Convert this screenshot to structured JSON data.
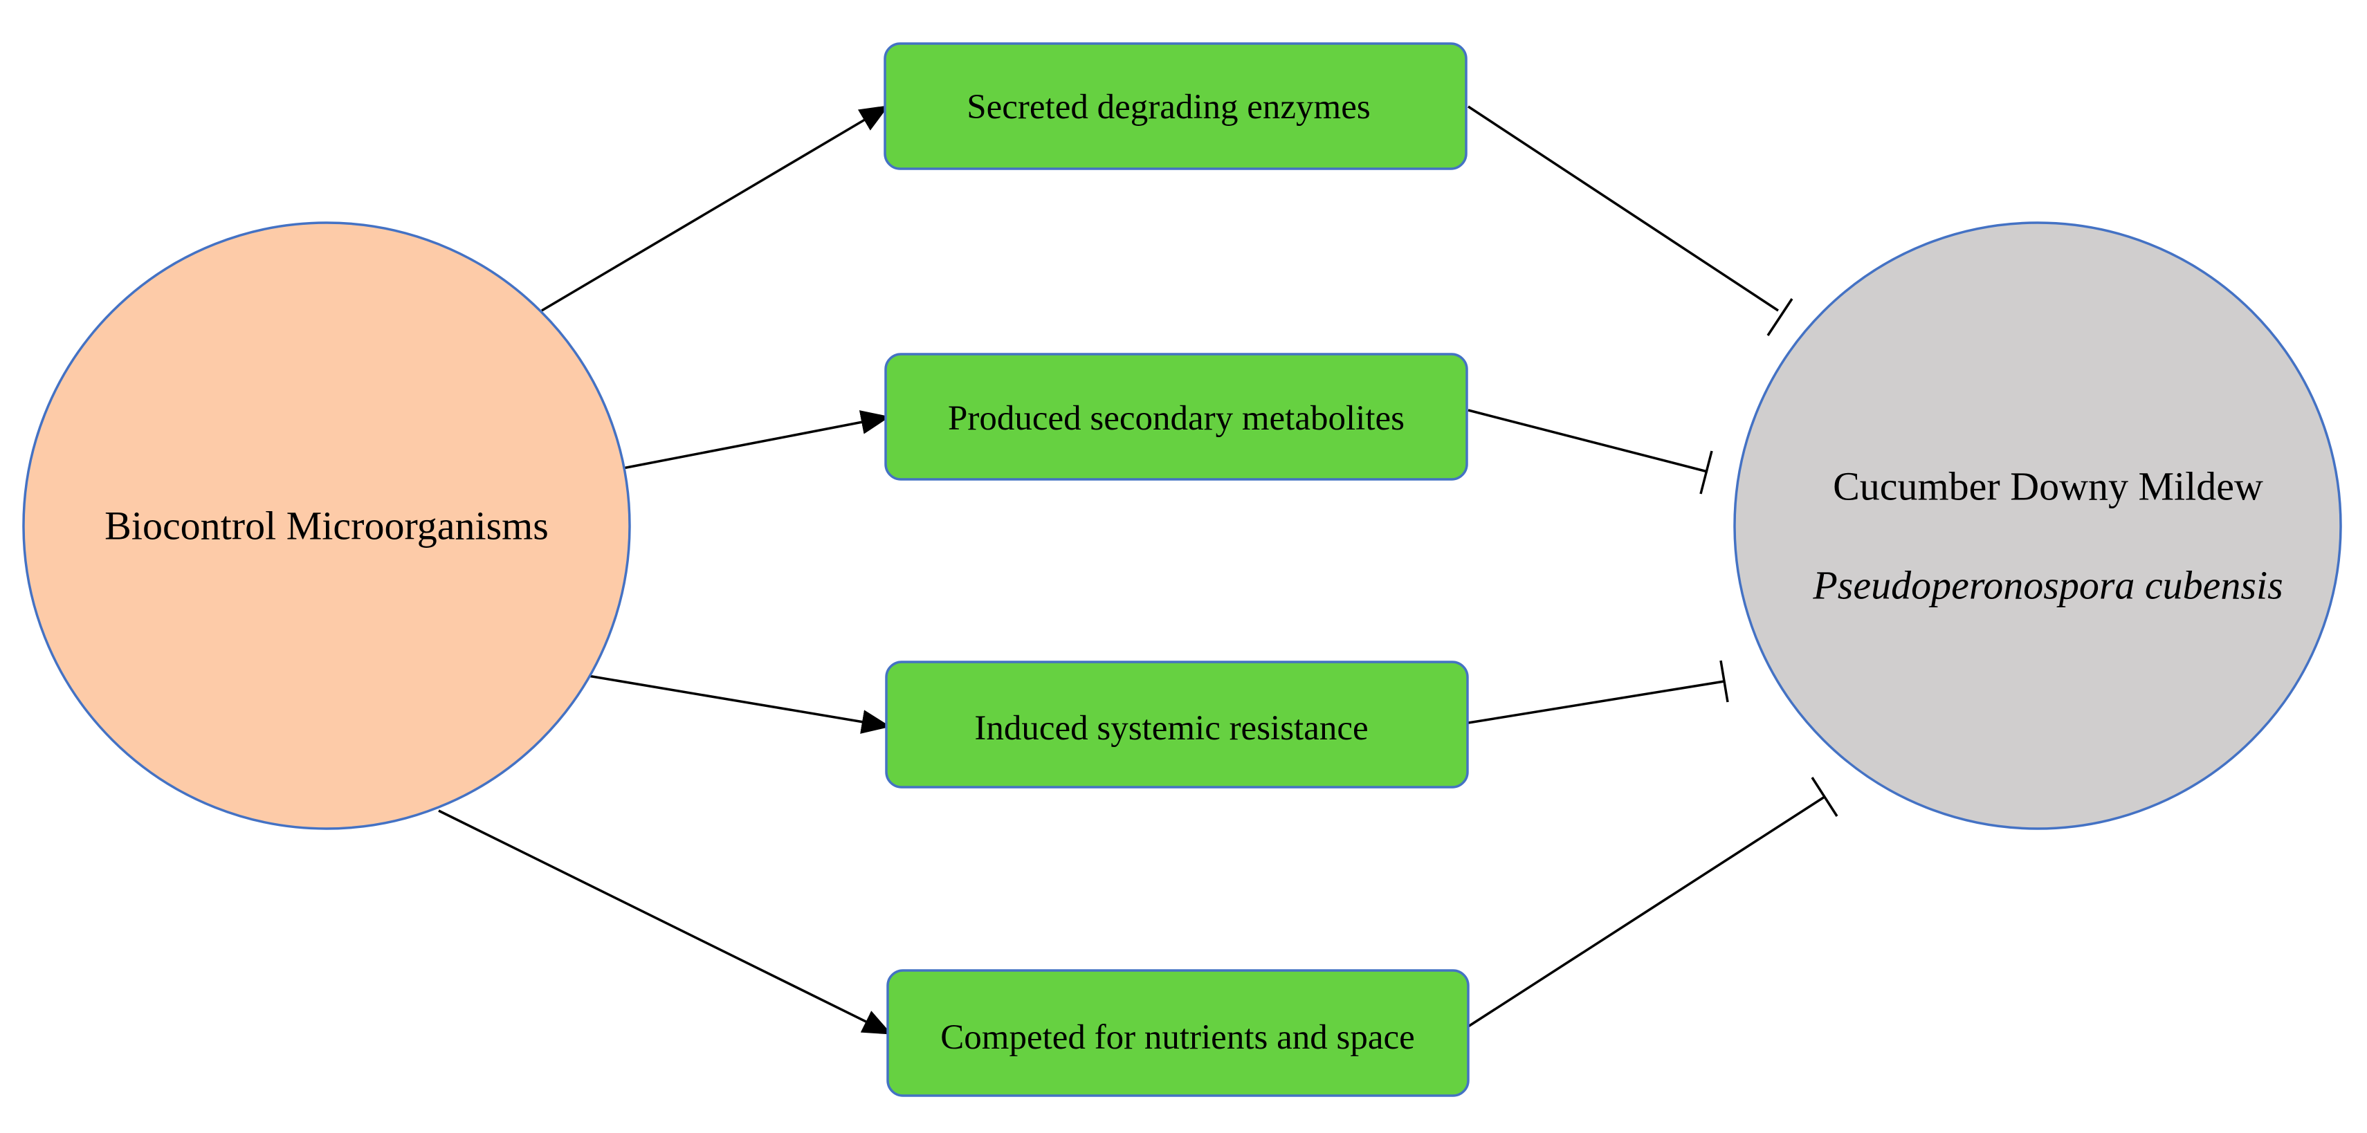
{
  "diagram": {
    "source": {
      "label": "Biocontrol Microorganisms",
      "fill": "#FDCBA8",
      "stroke": "#4472C4"
    },
    "target": {
      "title": "Cucumber Downy Mildew",
      "subtitle": "Pseudoperonospora cubensis",
      "fill": "#D0CECE",
      "stroke": "#4472C4"
    },
    "mechanisms": [
      {
        "label": "Secreted degrading enzymes"
      },
      {
        "label": "Produced secondary metabolites"
      },
      {
        "label": "Induced systemic resistance"
      },
      {
        "label": "Competed for nutrients and space"
      }
    ],
    "mechanism_style": {
      "fill": "#66D141",
      "stroke": "#4472C4"
    },
    "edge_types": {
      "source_to_mechanism": "activates",
      "mechanism_to_target": "inhibits"
    }
  }
}
